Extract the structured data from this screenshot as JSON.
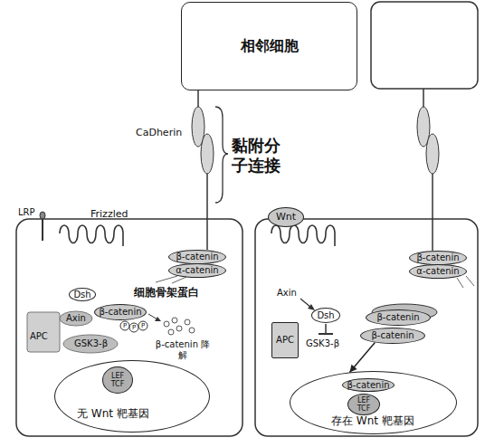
{
  "diagram": {
    "nodes": [
      {
        "text": [
          "相邻细胞"
        ]
      },
      {
        "text": [
          "β-catenin"
        ]
      },
      {
        "text": [
          "α-catenin"
        ]
      },
      {
        "text": [
          "Dsh"
        ]
      },
      {
        "text": [
          "β-catenin"
        ]
      },
      {
        "text": [
          "无 Wnt 靶基因"
        ]
      },
      {
        "text": [
          "LEF TCF"
        ],
        "in": 5
      },
      {
        "text": [
          "Wnt"
        ]
      },
      {
        "text": [
          "β-catenin"
        ]
      },
      {
        "text": [
          "α-catenin"
        ]
      },
      {
        "text": [
          "Dsh"
        ]
      },
      {
        "text": [
          "APC"
        ]
      },
      {
        "text": [
          "β-catenin"
        ]
      },
      {
        "text": [
          "β-catenin"
        ]
      },
      {
        "text": [
          "存在 Wnt 靶基因"
        ]
      },
      {
        "text": [
          "β-catenin"
        ],
        "in": 14
      },
      {
        "text": [
          "LEF TCF"
        ],
        "in": 14
      }
    ],
    "edges": [
      {
        "from": 13,
        "to": 14,
        "arrow": "to"
      }
    ],
    "labels": [
      "CaDherin",
      "黏附分子连接",
      "LRP",
      "Frizzled",
      "细胞骨架蛋白",
      "Axin",
      "APC",
      "GSK3-β",
      "P",
      "P",
      "P",
      "β-catenin 降解",
      "Axin",
      "GSK3-β"
    ]
  }
}
